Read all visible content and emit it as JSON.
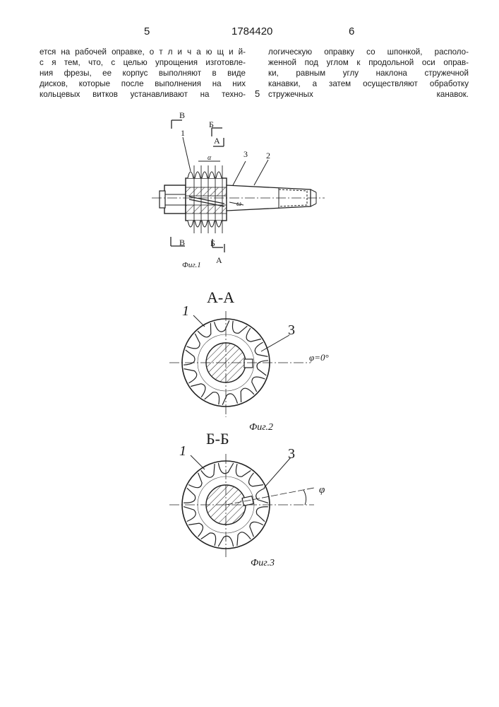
{
  "header": {
    "page_left": "5",
    "patent_number": "1784420",
    "page_right": "6"
  },
  "text": {
    "left_lines": [
      "ется на рабочей оправке, о т л и ч а ю щ и й-",
      "с я тем, что, с целью упрощения изготовле-",
      "ния фрезы, ее корпус выполняют в виде",
      "дисков, которые после выполнения на них",
      "кольцевых витков устанавливают на техно-"
    ],
    "margin_line_number": "5",
    "right_lines": [
      "логическую оправку со шпонкой, располо-",
      "женной под углом к продольной оси оправ-",
      "ки, равным углу наклона стружечной",
      "канавки, а затем осуществляют обработку",
      "стружечных канавок."
    ]
  },
  "figure1": {
    "caption": "Фиг.1",
    "labels": {
      "section_b": "Б",
      "section_a": "А",
      "section_v": "В",
      "part1": "1",
      "part2": "2",
      "part3": "3",
      "alpha": "α",
      "omega": "ω"
    }
  },
  "figure2": {
    "section_title": "А-А",
    "caption": "Фиг.2",
    "part1": "1",
    "part3": "3",
    "angle_label": "φ=0°"
  },
  "figure3": {
    "section_title": "Б-Б",
    "caption": "Фиг.3",
    "part1": "1",
    "part3": "3",
    "angle_label": "φ"
  }
}
